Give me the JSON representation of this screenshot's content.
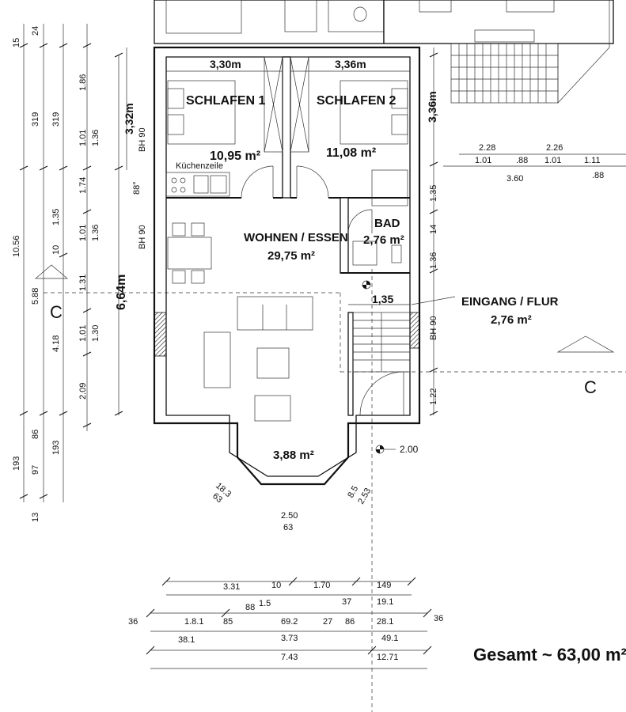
{
  "rooms": {
    "schlafen1": {
      "name": "SCHLAFEN 1",
      "area": "10,95 m²",
      "width": "3,30m"
    },
    "schlafen2": {
      "name": "SCHLAFEN 2",
      "area": "11,08 m²",
      "width": "3,36m"
    },
    "wohnen": {
      "name": "WOHNEN / ESSEN",
      "area": "29,75 m²"
    },
    "bad": {
      "name": "BAD",
      "area": "2,76 m²"
    },
    "eingang": {
      "name": "EINGANG / FLUR",
      "area": "2,76 m²"
    },
    "erker": {
      "area": "3,88 m²"
    }
  },
  "labels": {
    "kuechenzeile": "Küchenzeile",
    "height_left": "6,64m",
    "height_top_left": "3,32m",
    "height_right": "3,36m",
    "bh90_a": "BH 90",
    "bh90_b": "BH 90",
    "bh90_c": "BH 90",
    "angle": "88°",
    "flur_width": "1,35",
    "section_c_left": "C",
    "section_c_right": "C",
    "elev": "2.00",
    "gesamt": "Gesamt ~ 63,00 m²"
  },
  "dims_left_outer": [
    "15",
    "24",
    "1.86",
    "319",
    "319",
    "1.01",
    "1.36",
    "1.74",
    "1.35",
    "1.01",
    "1.36",
    "10.56",
    "10",
    "1.31",
    "5.88",
    "4.18",
    "1.01",
    "1.30",
    "2.09",
    "86",
    "193",
    "97",
    "193",
    "13"
  ],
  "dims_right": [
    "1.35",
    "14",
    "1.36",
    "BH 90",
    "1.22"
  ],
  "dims_top_right": {
    "row1": [
      "2.28",
      "2.26"
    ],
    "row2": [
      "1.01",
      ".88",
      "1.01",
      "1.11"
    ],
    "row3": [
      "3.60",
      ".88"
    ]
  },
  "dims_erker": {
    "left": [
      "18.3",
      "63"
    ],
    "right": [
      "8.5",
      "2.53"
    ],
    "bottom": [
      "2.50",
      "63"
    ]
  },
  "dims_bottom": {
    "row1": [
      "3.31",
      "10",
      "1.70",
      "149"
    ],
    "row2": [
      "88",
      "1.5",
      "37",
      "19.1"
    ],
    "row3": [
      "36",
      "1.8.1",
      "85",
      "69.2",
      "27",
      "86",
      "28.1",
      "36"
    ],
    "row4": [
      "38.1",
      "3.73",
      "49.1"
    ],
    "row5": [
      "7.43",
      "12.71"
    ]
  }
}
